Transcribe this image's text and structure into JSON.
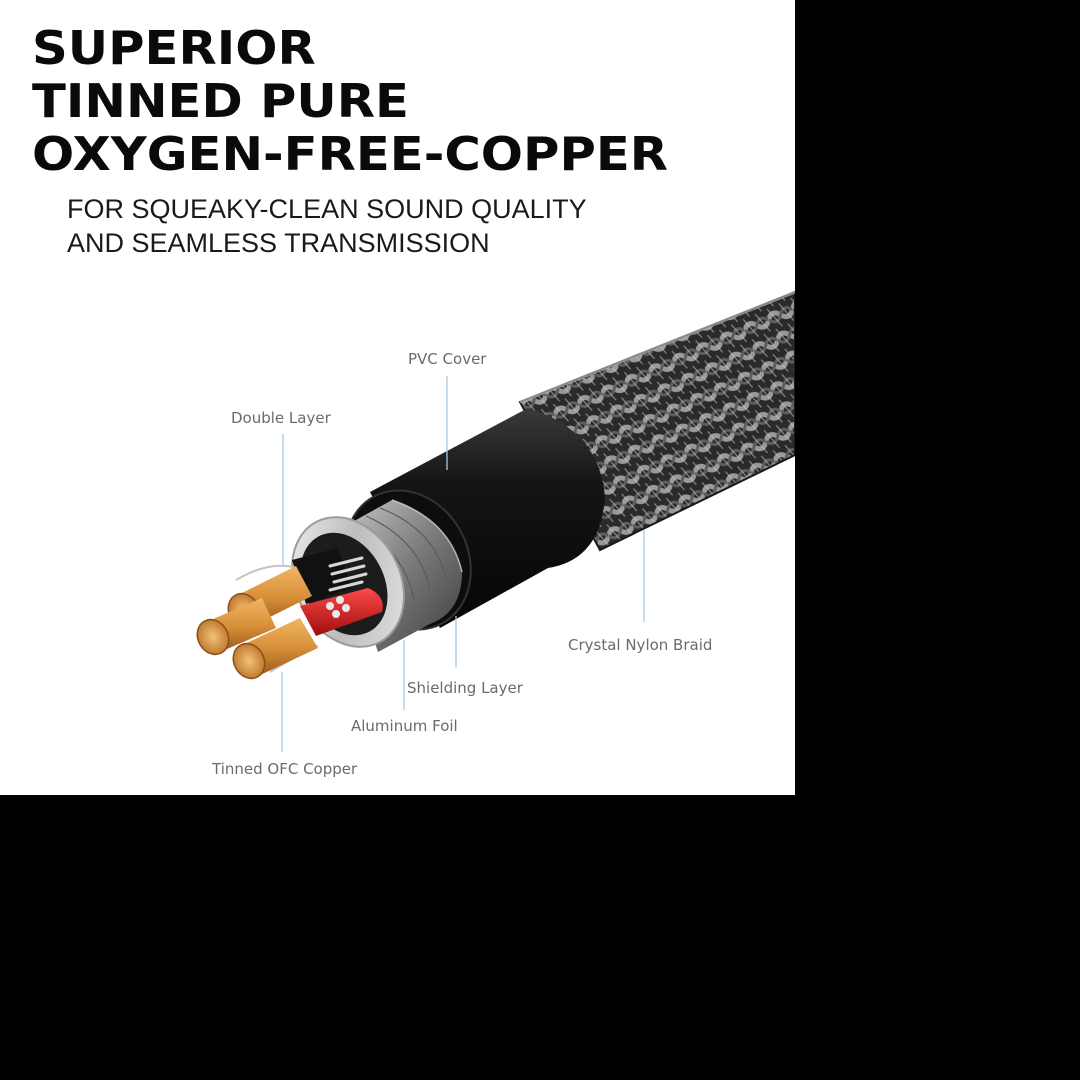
{
  "headline": {
    "line1": "SUPERIOR",
    "line2": "TINNED PURE",
    "line3": "OXYGEN-FREE-COPPER"
  },
  "subheadline": {
    "line1": "FOR SQUEAKY-CLEAN SOUND QUALITY",
    "line2": "AND SEAMLESS TRANSMISSION"
  },
  "callouts": {
    "pvc_cover": "PVC Cover",
    "double_layer": "Double Layer",
    "crystal_nylon_braid": "Crystal Nylon Braid",
    "shielding_layer": "Shielding Layer",
    "aluminum_foil": "Aluminum Foil",
    "tinned_ofc_copper": "Tinned OFC Copper"
  },
  "colors": {
    "background": "#000000",
    "panel": "#ffffff",
    "copper": "#d9913a",
    "red_insulation": "#d11a1a",
    "callout_line": "#a9c9e3",
    "callout_text": "#6b6b6b"
  }
}
